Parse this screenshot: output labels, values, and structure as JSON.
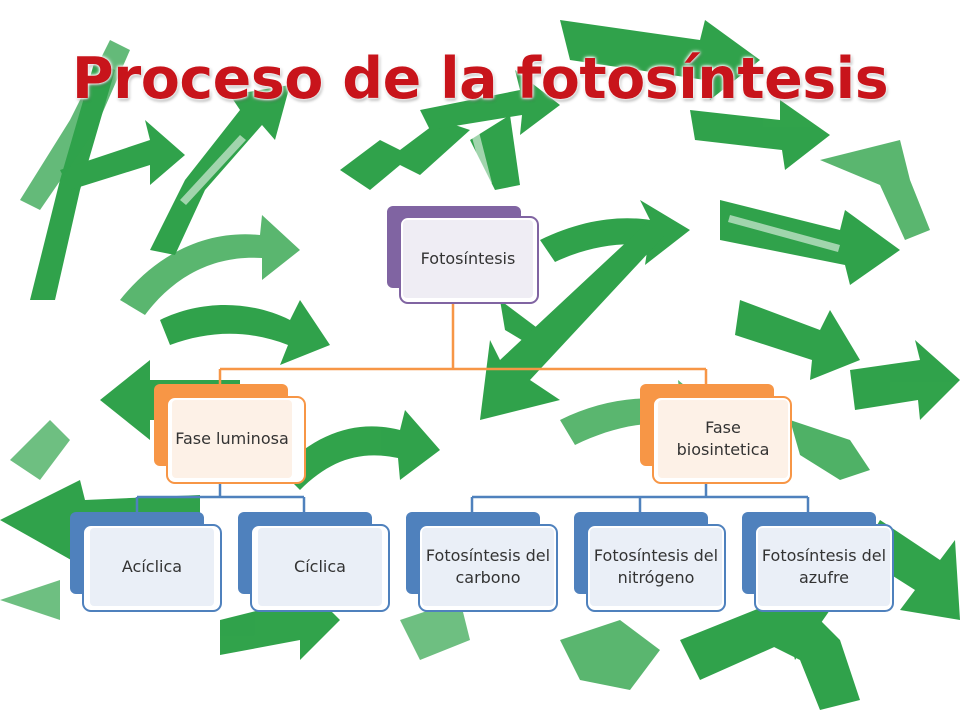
{
  "slide": {
    "title": "Proceso de la fotosíntesis"
  },
  "colors": {
    "title": "#c8141b",
    "root": "#8064a2",
    "phase": "#f79646",
    "leaf": "#4f81bd",
    "arrows": "#1f9b3c"
  },
  "diagram": {
    "root": {
      "label": "Fotosíntesis"
    },
    "phases": [
      {
        "label": "Fase luminosa",
        "children": [
          {
            "label": "Acíclica"
          },
          {
            "label": "Cíclica"
          }
        ]
      },
      {
        "label": "Fase biosintetica",
        "children": [
          {
            "label": "Fotosíntesis del carbono"
          },
          {
            "label": "Fotosíntesis del nitrógeno"
          },
          {
            "label": "Fotosíntesis del azufre"
          }
        ]
      }
    ]
  }
}
